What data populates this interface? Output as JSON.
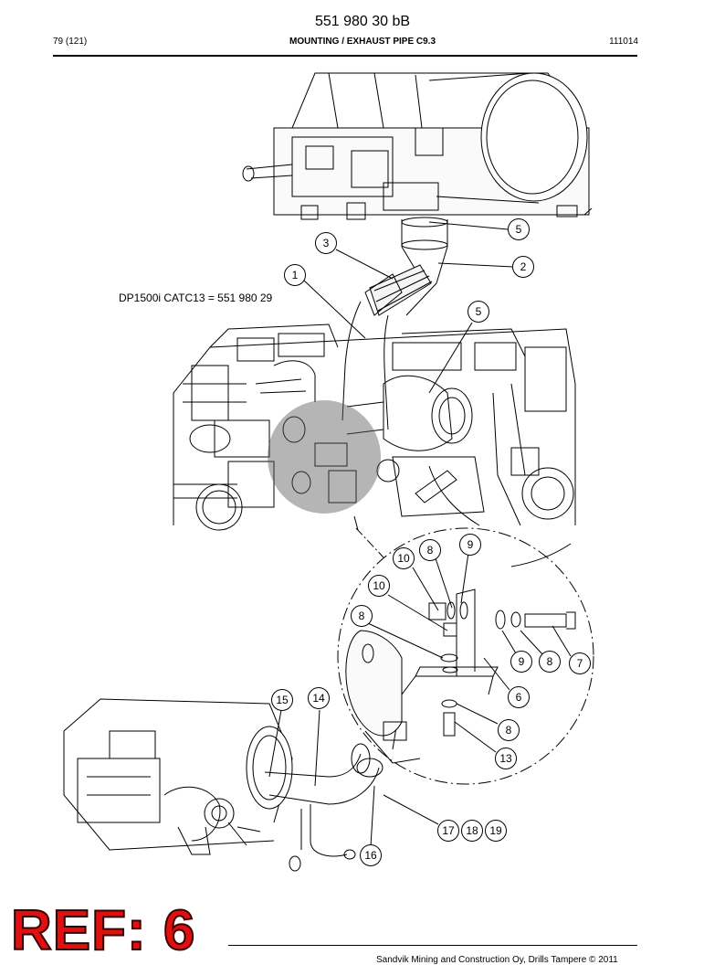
{
  "header": {
    "document_number": "551 980 30 bB",
    "page": "79 (121)",
    "title": "MOUNTING / EXHAUST PIPE C9.3",
    "date_code": "111014"
  },
  "variant_note": "DP1500i CATC13 = 551 980 29",
  "callouts": [
    {
      "id": "c-5a",
      "label": "5"
    },
    {
      "id": "c-3",
      "label": "3"
    },
    {
      "id": "c-2",
      "label": "2"
    },
    {
      "id": "c-1",
      "label": "1"
    },
    {
      "id": "c-5b",
      "label": "5"
    },
    {
      "id": "c-10a",
      "label": "10"
    },
    {
      "id": "c-8a",
      "label": "8"
    },
    {
      "id": "c-9a",
      "label": "9"
    },
    {
      "id": "c-10b",
      "label": "10"
    },
    {
      "id": "c-8b",
      "label": "8"
    },
    {
      "id": "c-9b",
      "label": "9"
    },
    {
      "id": "c-8c",
      "label": "8"
    },
    {
      "id": "c-7",
      "label": "7"
    },
    {
      "id": "c-6",
      "label": "6"
    },
    {
      "id": "c-15",
      "label": "15"
    },
    {
      "id": "c-14",
      "label": "14"
    },
    {
      "id": "c-8d",
      "label": "8"
    },
    {
      "id": "c-13",
      "label": "13"
    },
    {
      "id": "c-17",
      "label": "17"
    },
    {
      "id": "c-18",
      "label": "18"
    },
    {
      "id": "c-19",
      "label": "19"
    },
    {
      "id": "c-16",
      "label": "16"
    }
  ],
  "stamp": {
    "text": "REF: 6",
    "color": "#e01010"
  },
  "footer": {
    "text": "Sandvik Mining and Construction Oy, Drills Tampere © 2011"
  }
}
